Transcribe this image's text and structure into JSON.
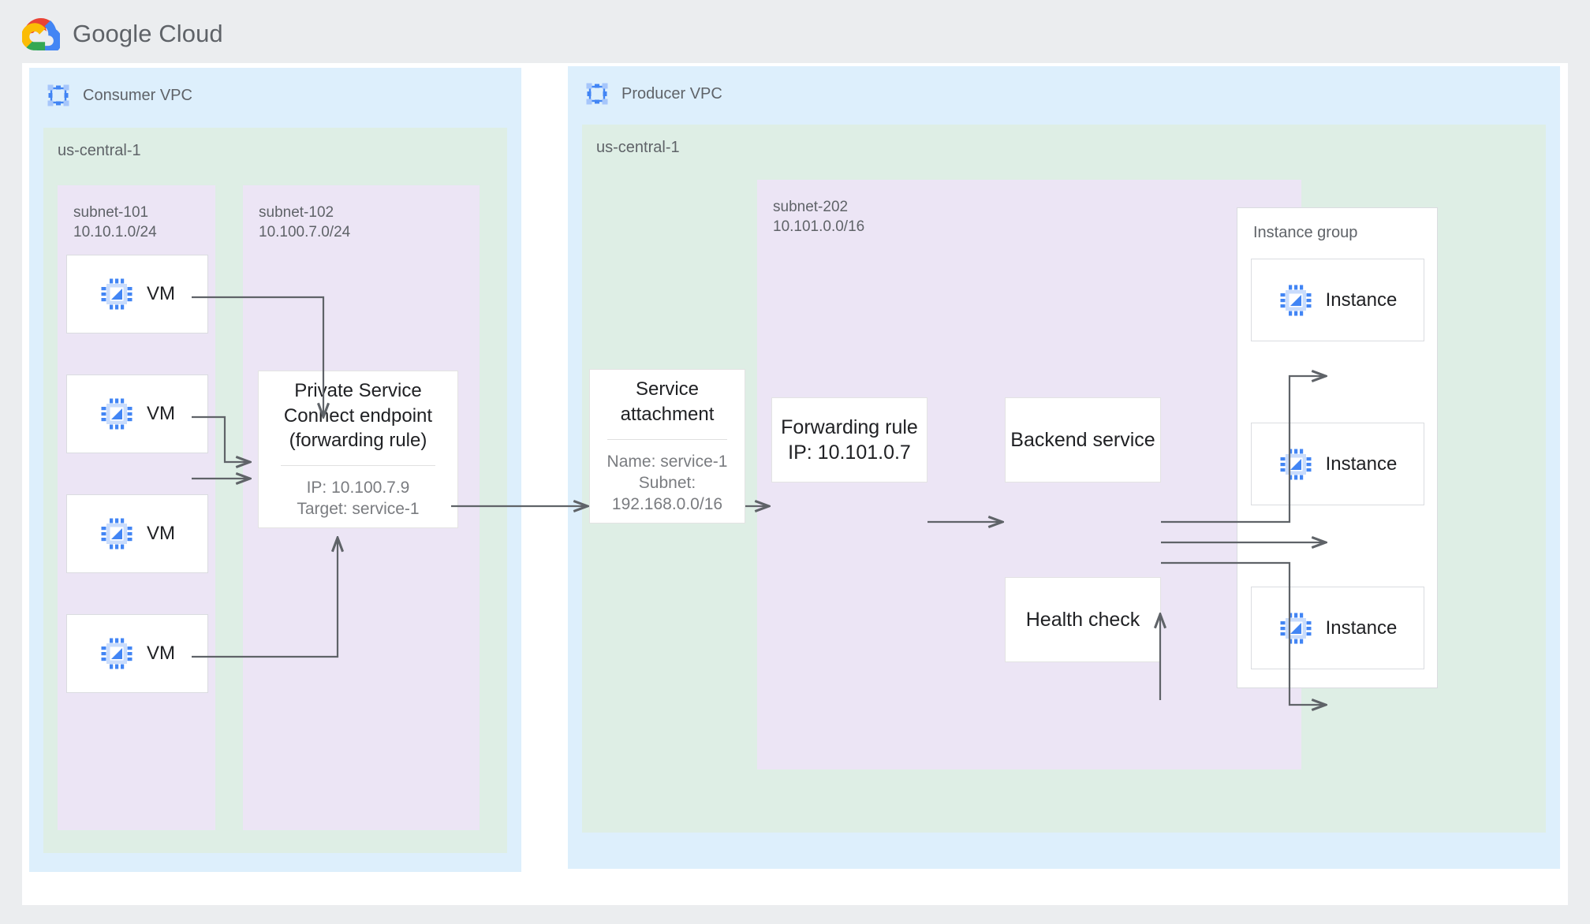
{
  "brand": {
    "name": "Google Cloud",
    "logo_icon": "google-cloud-logo"
  },
  "diagram": {
    "type": "architecture-diagram",
    "title": "Private Service Connect: consumer endpoint to producer published service",
    "colors": {
      "page_background": "#ebedef",
      "canvas": "#ffffff",
      "vpc_fill": "#ddeffc",
      "region_fill": "#deeee5",
      "subnet_fill": "#ece5f5",
      "node_fill": "#ffffff",
      "node_border": "#dadce0",
      "connector": "#5f6368",
      "icon_blue": "#4285f4",
      "text_primary": "#202124",
      "text_secondary": "#5f6368",
      "text_muted": "#7a7c80"
    },
    "consumer_vpc": {
      "title": "Consumer VPC",
      "icon": "vpc-icon",
      "region": "us-central-1",
      "subnets": [
        {
          "id": "subnet-101",
          "name": "subnet-101",
          "cidr": "10.10.1.0/24",
          "nodes": [
            {
              "label": "VM",
              "icon": "chip-icon"
            },
            {
              "label": "VM",
              "icon": "chip-icon"
            },
            {
              "label": "VM",
              "icon": "chip-icon"
            },
            {
              "label": "VM",
              "icon": "chip-icon"
            }
          ]
        },
        {
          "id": "subnet-102",
          "name": "subnet-102",
          "cidr": "10.100.7.0/24",
          "endpoint": {
            "title": "Private Service\nConnect endpoint\n(forwarding rule)",
            "details": "IP: 10.100.7.9\nTarget: service-1"
          }
        }
      ]
    },
    "producer_vpc": {
      "title": "Producer VPC",
      "icon": "vpc-icon",
      "region": "us-central-1",
      "service_attachment": {
        "title": "Service attachment",
        "details": "Name: service-1\nSubnet:\n192.168.0.0/16"
      },
      "subnet": {
        "id": "subnet-202",
        "name": "subnet-202",
        "cidr": "10.101.0.0/16",
        "forwarding_rule": {
          "title": "Forwarding rule\nIP: 10.101.0.7"
        },
        "backend_service": {
          "title": "Backend service"
        },
        "health_check": {
          "title": "Health check"
        },
        "instance_group": {
          "label": "Instance group",
          "instances": [
            {
              "label": "Instance",
              "icon": "chip-icon"
            },
            {
              "label": "Instance",
              "icon": "chip-icon"
            },
            {
              "label": "Instance",
              "icon": "chip-icon"
            }
          ]
        }
      }
    },
    "connections": [
      {
        "from": "vm-1",
        "to": "psc-endpoint",
        "style": "orthogonal-arrow"
      },
      {
        "from": "vm-2",
        "to": "psc-endpoint",
        "style": "orthogonal-arrow"
      },
      {
        "from": "vm-3",
        "to": "psc-endpoint",
        "style": "orthogonal-arrow"
      },
      {
        "from": "vm-4",
        "to": "psc-endpoint",
        "style": "orthogonal-arrow"
      },
      {
        "from": "psc-endpoint",
        "to": "service-attachment",
        "style": "straight-arrow"
      },
      {
        "from": "service-attachment",
        "to": "forwarding-rule",
        "style": "straight-arrow"
      },
      {
        "from": "forwarding-rule",
        "to": "backend-service",
        "style": "straight-arrow"
      },
      {
        "from": "health-check",
        "to": "backend-service",
        "style": "straight-arrow"
      },
      {
        "from": "backend-service",
        "to": "instance-1",
        "style": "orthogonal-arrow"
      },
      {
        "from": "backend-service",
        "to": "instance-2",
        "style": "straight-arrow"
      },
      {
        "from": "backend-service",
        "to": "instance-3",
        "style": "orthogonal-arrow"
      }
    ]
  }
}
